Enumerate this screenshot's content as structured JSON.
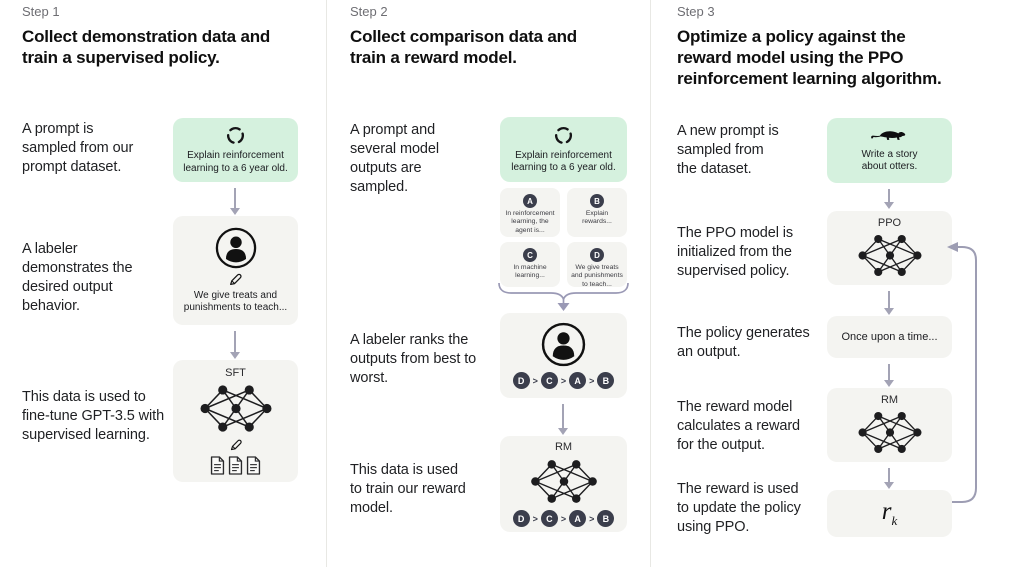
{
  "ui": {
    "rank_separator": ">"
  },
  "colors": {
    "prompt_box_green": "#d5f1de",
    "panel_gray": "#f4f4f1",
    "chip_navy": "#3b3e4c",
    "arrow_gray": "#a3a3b5",
    "loop_lavender": "#9d9db3",
    "step_label_gray": "#6e6e73",
    "heading_black": "#0f0f0f"
  },
  "icons": {
    "cycle": "circular-arrows-loop",
    "labeler": "person-in-circle",
    "pencil": "pencil",
    "documents": "three-document-pages",
    "network": "neural-network-nodes",
    "otter": "otter-silhouette"
  },
  "step1": {
    "label": "Step 1",
    "heading": "Collect demonstration data and train a supervised policy.",
    "captions": {
      "prompt": "A prompt is sampled from our prompt dataset.",
      "labeler": "A labeler demonstrates the desired output behavior.",
      "finetune": "This data is used to fine-tune GPT-3.5 with supervised learning."
    },
    "boxes": {
      "prompt_text": "Explain reinforcement learning to a 6 year old.",
      "labeler_text": "We give treats and punishments to teach...",
      "model_label": "SFT"
    }
  },
  "step2": {
    "label": "Step 2",
    "heading": "Collect comparison data and train a reward model.",
    "captions": {
      "sampled": "A prompt and several model outputs are sampled.",
      "ranks": "A labeler ranks the outputs from best to worst.",
      "train": "This data is used to train our reward model."
    },
    "boxes": {
      "prompt_text": "Explain reinforcement learning to a 6 year old.",
      "samples": [
        {
          "id": "A",
          "text": "In reinforcement learning, the agent is..."
        },
        {
          "id": "B",
          "text": "Explain rewards..."
        },
        {
          "id": "C",
          "text": "In machine learning..."
        },
        {
          "id": "D",
          "text": "We give treats and punishments to teach..."
        }
      ],
      "ranking": [
        "D",
        "C",
        "A",
        "B"
      ],
      "model_label": "RM"
    }
  },
  "step3": {
    "label": "Step 3",
    "heading": "Optimize a policy against the reward model using the PPO reinforcement learning algorithm.",
    "captions": {
      "prompt": "A new prompt is sampled from the dataset.",
      "init": "The PPO model is initialized from the supervised policy.",
      "output": "The policy generates an output.",
      "reward": "The reward model calculates a reward for the output.",
      "update": "The reward is used to update the policy using PPO."
    },
    "boxes": {
      "prompt_text": "Write a story about otters.",
      "ppo_label": "PPO",
      "output_text": "Once upon a time...",
      "rm_label": "RM",
      "reward_symbol": "r",
      "reward_subscript": "k"
    }
  }
}
